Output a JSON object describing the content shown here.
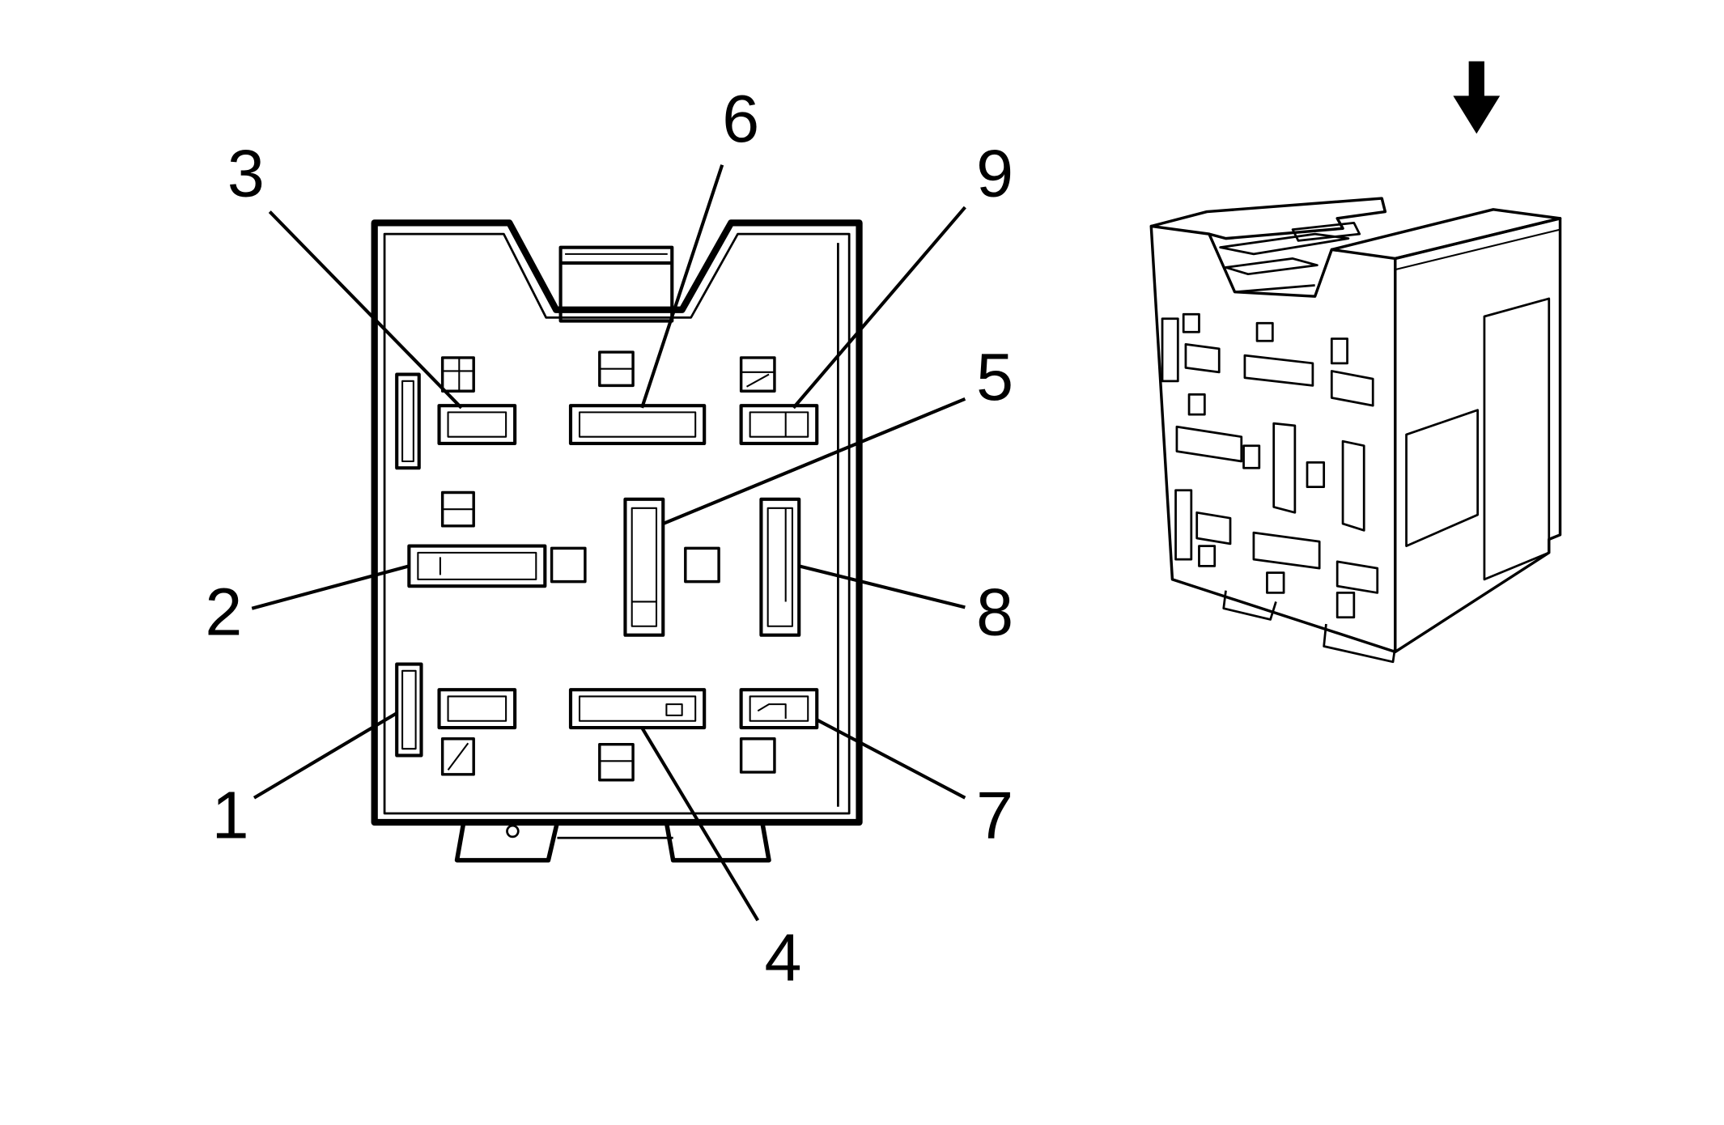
{
  "diagram": {
    "type": "connector-end-view",
    "pin_labels": [
      "1",
      "2",
      "3",
      "4",
      "5",
      "6",
      "7",
      "8",
      "9"
    ],
    "view_arrow": "down-arrow-icon"
  }
}
